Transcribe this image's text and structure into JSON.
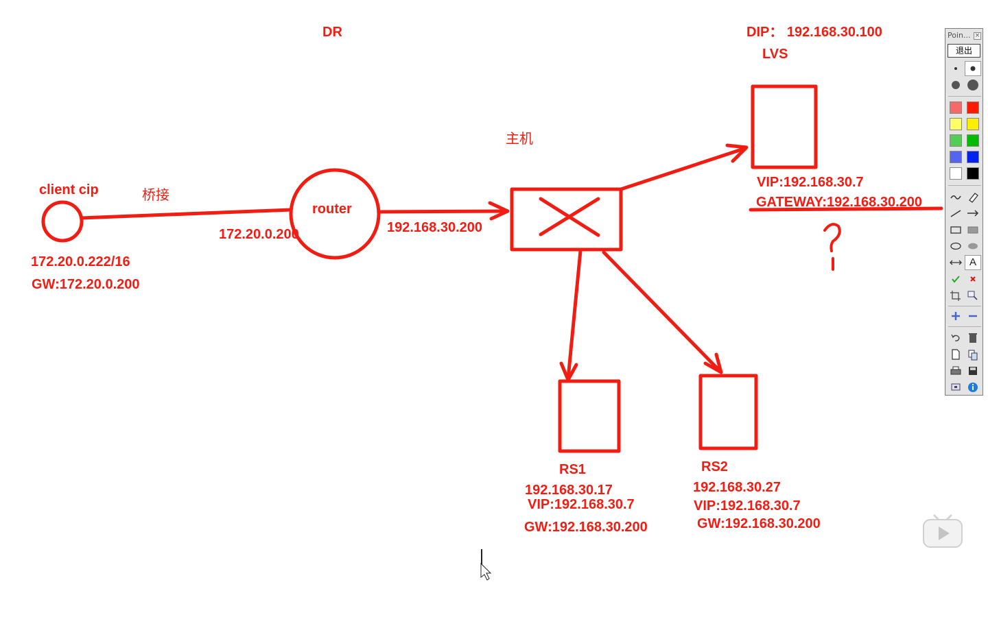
{
  "diagram": {
    "mode_label": "DR",
    "dip_label": "DIP：  192.168.30.100",
    "lvs_label": "LVS",
    "host_label": "主机",
    "client_label": "client cip",
    "bridge_label": "桥接",
    "router_label": "router",
    "router_left_ip": "172.20.0.200",
    "router_right_ip": "192.168.30.200",
    "client_ip": "172.20.0.222/16",
    "client_gw": "GW:172.20.0.200",
    "lvs_vip": "VIP:192.168.30.7",
    "lvs_gateway": "GATEWAY:192.168.30.200",
    "question_mark": "?",
    "rs1": {
      "name": "RS1",
      "ip": "192.168.30.17",
      "vip": "VIP:192.168.30.7",
      "gw": "GW:192.168.30.200"
    },
    "rs2": {
      "name": "RS2",
      "ip": "192.168.30.27",
      "vip": "VIP:192.168.30.7",
      "gw": "GW:192.168.30.200"
    },
    "ink_color": "#f21d12"
  },
  "palette": {
    "title": "Poin...",
    "close_glyph": "×",
    "exit_label": "退出",
    "colors": [
      [
        "#f46a6a",
        "#ff1a00"
      ],
      [
        "#ffff66",
        "#ffee00"
      ],
      [
        "#55cc55",
        "#00bb00"
      ],
      [
        "#5566ee",
        "#0022ee"
      ],
      [
        "#ffffff",
        "#000000"
      ]
    ],
    "tools": [
      "pen-icon",
      "eraser-icon",
      "line-icon",
      "arrow-icon",
      "rectangle-icon",
      "filled-rectangle-icon",
      "ellipse-icon",
      "filled-ellipse-icon",
      "double-arrow-icon",
      "text-icon",
      "check-icon",
      "cross-icon",
      "crop-icon",
      "zoom-icon",
      "plus-icon",
      "minus-icon",
      "undo-icon",
      "trash-icon",
      "new-page-icon",
      "copy-icon",
      "print-icon",
      "save-icon",
      "screen-icon",
      "info-icon"
    ],
    "text_tool_glyph": "A"
  }
}
